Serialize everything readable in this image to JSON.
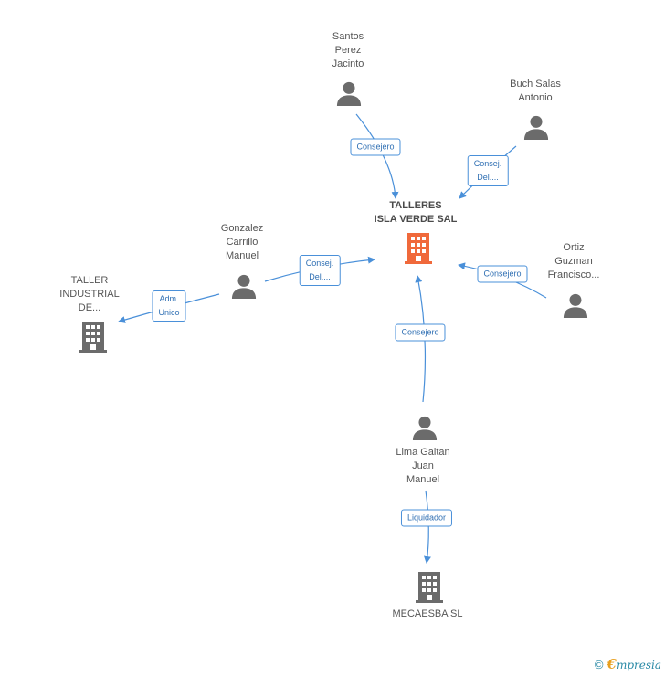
{
  "colors": {
    "edge": "#4a90d9",
    "person": "#6b6b6b",
    "company": "#6b6b6b",
    "main_company": "#f0693b"
  },
  "nodes": {
    "main": {
      "label": "TALLERES\nISLA VERDE SAL",
      "icon": "building-icon",
      "highlight": true
    },
    "santos": {
      "label": "Santos\nPerez\nJacinto",
      "icon": "person-icon"
    },
    "buch": {
      "label": "Buch Salas\nAntonio",
      "icon": "person-icon"
    },
    "gonzalez": {
      "label": "Gonzalez\nCarrillo\nManuel",
      "icon": "person-icon"
    },
    "ortiz": {
      "label": "Ortiz\nGuzman\nFrancisco...",
      "icon": "person-icon"
    },
    "lima": {
      "label": "Lima Gaitan\nJuan\nManuel",
      "icon": "person-icon"
    },
    "taller": {
      "label": "TALLER\nINDUSTRIAL\nDE...",
      "icon": "building-icon"
    },
    "mecaesba": {
      "label": "MECAESBA SL",
      "icon": "building-icon"
    }
  },
  "edges": {
    "santos_main": {
      "label": "Consejero"
    },
    "buch_main": {
      "label": "Consej.\nDel...."
    },
    "gonzalez_main": {
      "label": "Consej.\nDel...."
    },
    "gonzalez_taller": {
      "label": "Adm.\nUnico"
    },
    "ortiz_main": {
      "label": "Consejero"
    },
    "lima_main": {
      "label": "Consejero"
    },
    "lima_mecaesba": {
      "label": "Liquidador"
    }
  },
  "footer": {
    "copyright": "©",
    "brand_first": "€",
    "brand_rest": "mpresia"
  }
}
